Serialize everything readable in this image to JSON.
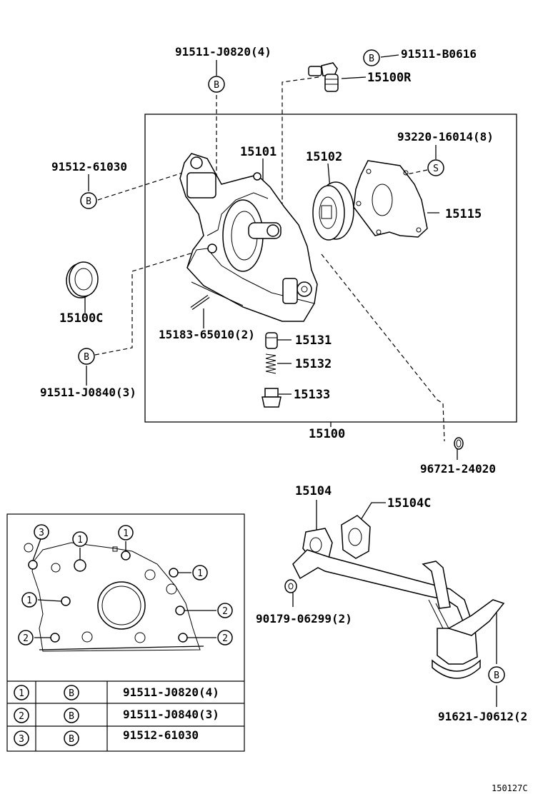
{
  "parts": {
    "p_91511_j0820_4": "91511-J0820(4)",
    "p_91511_b0616": "91511-B0616",
    "p_15100r": "15100R",
    "p_93220_16014_8": "93220-16014(8)",
    "p_15101": "15101",
    "p_15102": "15102",
    "p_91512_61030": "91512-61030",
    "p_15115": "15115",
    "p_15100c": "15100C",
    "p_15183_65010_2": "15183-65010(2)",
    "p_15131": "15131",
    "p_15132": "15132",
    "p_91511_j0840_3": "91511-J0840(3)",
    "p_15133": "15133",
    "p_15100": "15100",
    "p_96721_24020": "96721-24020",
    "p_15104": "15104",
    "p_15104c": "15104C",
    "p_90179_06299_2": "90179-06299(2)",
    "p_91621_j0612_2": "91621-J0612(2"
  },
  "callouts": {
    "b": "B",
    "s": "S",
    "n1": "1",
    "n2": "2",
    "n3": "3"
  },
  "legend_table": {
    "rows": [
      {
        "num": "1",
        "code": "B",
        "part": "91511-J0820(4)"
      },
      {
        "num": "2",
        "code": "B",
        "part": "91511-J0840(3)"
      },
      {
        "num": "3",
        "code": "B",
        "part": "91512-61030"
      }
    ]
  },
  "footer": {
    "figure_code": "150127C"
  }
}
